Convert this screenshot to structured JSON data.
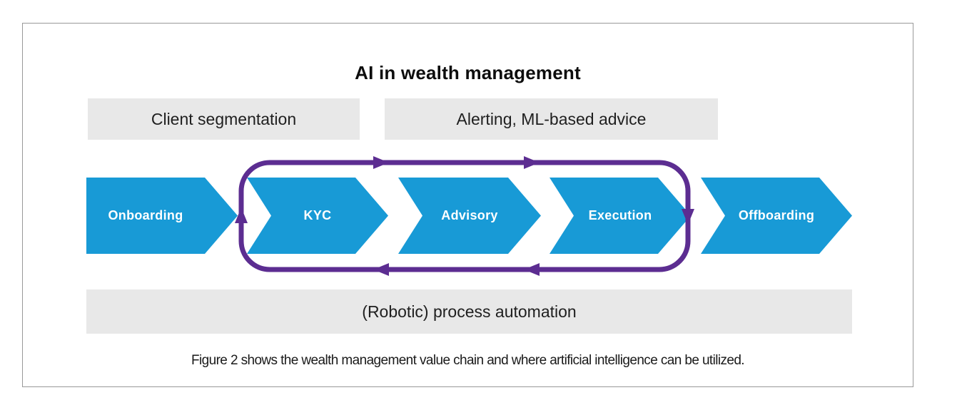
{
  "panel": {
    "title": "AI in wealth management",
    "caption": "Figure 2 shows the wealth management value chain and where artificial intelligence can be utilized."
  },
  "ai_capabilities": [
    {
      "label": "Client segmentation"
    },
    {
      "label": "Alerting, ML-based advice"
    }
  ],
  "value_chain": [
    {
      "label": "Onboarding"
    },
    {
      "label": "KYC"
    },
    {
      "label": "Advisory"
    },
    {
      "label": "Execution"
    },
    {
      "label": "Offboarding"
    }
  ],
  "automation_bar": {
    "label": "(Robotic) process automation"
  },
  "loop": {
    "direction": "clockwise",
    "encloses": [
      "KYC",
      "Advisory",
      "Execution"
    ]
  },
  "colors": {
    "chevron_blue": "#189ad6",
    "loop_purple": "#5c2d91",
    "box_gray": "#e8e8e8",
    "border_gray": "#999999"
  }
}
